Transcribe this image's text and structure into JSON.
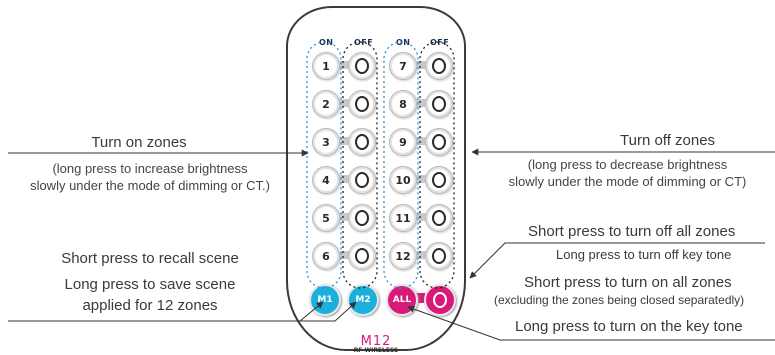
{
  "left": {
    "turn_on_title": "Turn on zones",
    "turn_on_sub1": "(long press to increase brightness",
    "turn_on_sub2": "slowly under the mode of dimming or CT.)",
    "recall": "Short press to recall scene",
    "save1": "Long press to save scene",
    "save2": "applied for 12 zones"
  },
  "right": {
    "turn_off_title": "Turn off zones",
    "turn_off_sub1": "(long press to decrease brightness",
    "turn_off_sub2": "slowly under the mode of dimming or CT)",
    "off_all": "Short press to turn off all zones",
    "keytone_off": "Long press to turn off key tone",
    "on_all": "Short press to turn on all zones",
    "on_all_sub": "(excluding the zones being closed separatedly)",
    "keytone_on": "Long press to turn on the key tone"
  },
  "remote": {
    "col_on": "ON",
    "col_off": "OFF",
    "zones_left": [
      "1",
      "2",
      "3",
      "4",
      "5",
      "6"
    ],
    "zones_right": [
      "7",
      "8",
      "9",
      "10",
      "11",
      "12"
    ],
    "m1": "M1",
    "m2": "M2",
    "all": "ALL",
    "brand": "M12",
    "brand_sub": "RF WIRELESS"
  },
  "colors": {
    "cyan": "#1ab0dc",
    "pink": "#d81b78",
    "dotted_blue": "#2a8fd6",
    "dotted_black": "#222222"
  }
}
